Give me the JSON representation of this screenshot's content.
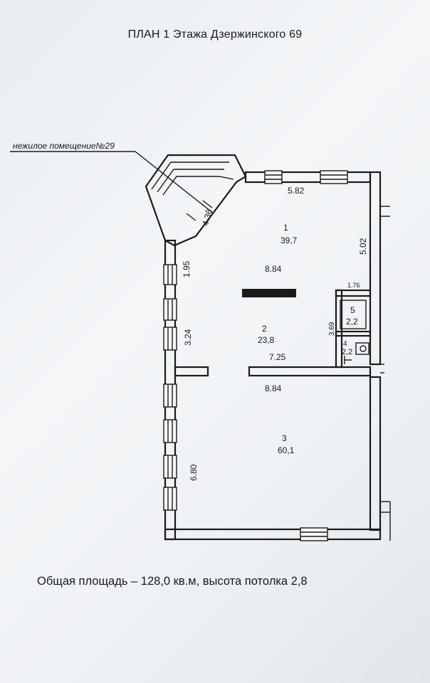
{
  "title": "ПЛАН 1 Этажа Дзержинского 69",
  "callout": "нежилое помещение№29",
  "rooms": [
    {
      "number": "1",
      "area": "39,7"
    },
    {
      "number": "2",
      "area": "23,8"
    },
    {
      "number": "3",
      "area": "60,1"
    },
    {
      "number": "4",
      "area": "2,2"
    },
    {
      "number": "5",
      "area": "2,2"
    }
  ],
  "dimensions": {
    "top_wall": "5.82",
    "bay": "4.36",
    "right_upper": "5.02",
    "left_upper": "1.95",
    "room1_width": "8.84",
    "left_mid": "3.24",
    "room2_width": "7.25",
    "wc_width": "1.76",
    "wc_height": "3.69",
    "room3_width": "8.84",
    "room3_height": "6.80"
  },
  "footer": "Общая площадь – 128,0 кв.м, высота потолка 2,8"
}
